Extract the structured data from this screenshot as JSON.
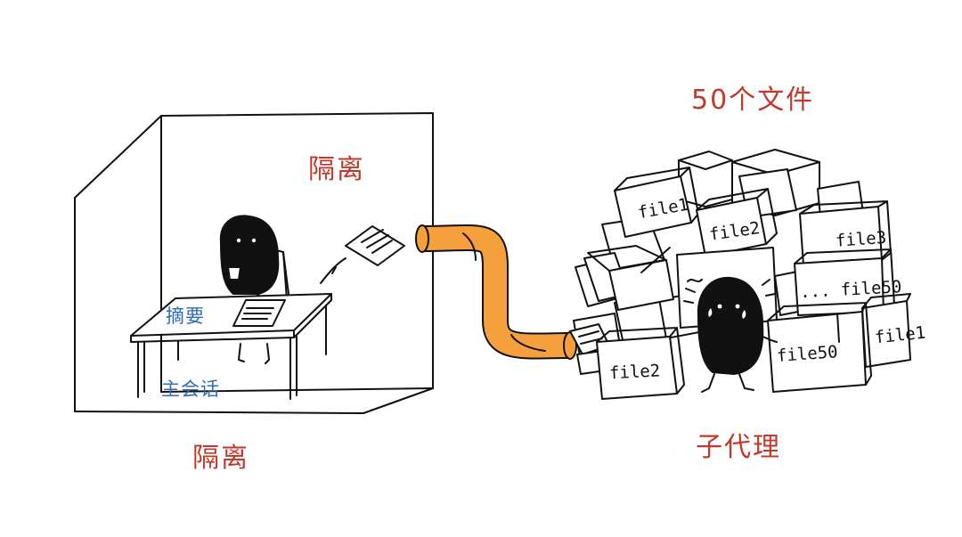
{
  "labels": {
    "isolation_top": "隔离",
    "isolation_bottom": "隔离",
    "summary": "摘要",
    "main_session": "主会话",
    "file_count": "50个文件",
    "subagent": "子代理"
  },
  "boxes": {
    "file1": "file1",
    "file2": "file2",
    "file3": "file3",
    "file50_stack": "... file50",
    "file1_right": "file1",
    "file50_held": "file50",
    "file2_front": "file2"
  },
  "colors": {
    "red_text": "#c0392b",
    "blue_text": "#2f6db5",
    "pipe": "#f5a03c",
    "character": "#111111"
  }
}
